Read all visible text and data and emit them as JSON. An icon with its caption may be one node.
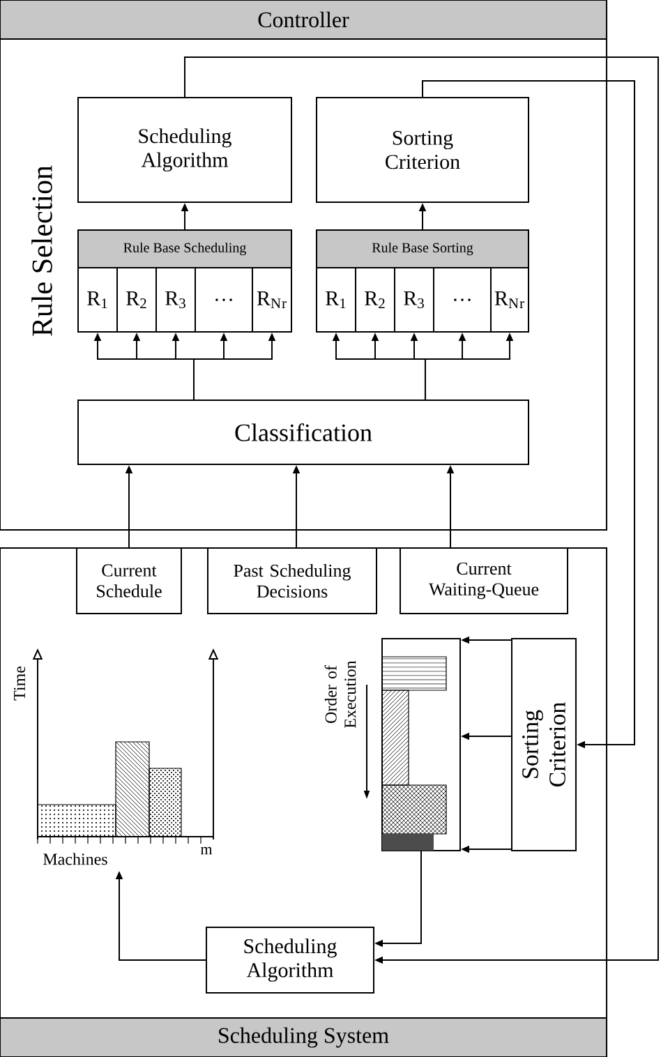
{
  "diagram": {
    "nodes": [
      {
        "text": [
          "Controller",
          "Rule Selection"
        ]
      },
      {
        "text": [
          "Scheduling Algorithm"
        ],
        "in": 0
      },
      {
        "text": [
          "Sorting Criterion"
        ],
        "in": 0
      },
      {
        "text": [
          "Rule Base Scheduling"
        ],
        "in": 0
      },
      {
        "text": [
          "R$_{1}$"
        ],
        "in": 3
      },
      {
        "text": [
          "R$_{2}$"
        ],
        "in": 3
      },
      {
        "text": [
          "R$_{3}$"
        ],
        "in": 3
      },
      {
        "text": [
          "…"
        ],
        "in": 3
      },
      {
        "text": [
          "R$_{N}$$_{r}$"
        ],
        "in": 3
      },
      {
        "text": [
          "Rule Base Sorting"
        ],
        "in": 0
      },
      {
        "text": [
          "R$_{1}$"
        ],
        "in": 9
      },
      {
        "text": [
          "R$_{2}$"
        ],
        "in": 9
      },
      {
        "text": [
          "R$_{3}$"
        ],
        "in": 9
      },
      {
        "text": [
          "…"
        ],
        "in": 9
      },
      {
        "text": [
          "R$_{N}$$_{r}$"
        ],
        "in": 9
      },
      {
        "text": [
          "Classification"
        ],
        "in": 0
      },
      {
        "text": [
          "Scheduling System"
        ]
      },
      {
        "text": [
          "Current Schedule"
        ],
        "in": 16
      },
      {
        "text": [
          "Past Scheduling Decisions"
        ],
        "in": 16
      },
      {
        "text": [
          "Current Waiting-Queue"
        ],
        "in": 16
      },
      {
        "text": [
          "Time",
          "Machines",
          "m"
        ],
        "in": 16
      },
      {
        "text": [
          "Order of Execution"
        ],
        "in": 16
      },
      {
        "text": [
          "Sorting Criterion"
        ],
        "in": 16
      },
      {
        "text": [
          "Scheduling Algorithm"
        ],
        "in": 16
      }
    ],
    "edges": [
      {
        "from": 15,
        "to": 4,
        "arrow": "to"
      },
      {
        "from": 15,
        "to": 5,
        "arrow": "to"
      },
      {
        "from": 15,
        "to": 6,
        "arrow": "to"
      },
      {
        "from": 15,
        "to": 7,
        "arrow": "to"
      },
      {
        "from": 15,
        "to": 8,
        "arrow": "to"
      },
      {
        "from": 15,
        "to": 10,
        "arrow": "to"
      },
      {
        "from": 15,
        "to": 11,
        "arrow": "to"
      },
      {
        "from": 15,
        "to": 12,
        "arrow": "to"
      },
      {
        "from": 15,
        "to": 13,
        "arrow": "to"
      },
      {
        "from": 15,
        "to": 14,
        "arrow": "to"
      },
      {
        "from": 3,
        "to": 1,
        "arrow": "to"
      },
      {
        "from": 9,
        "to": 2,
        "arrow": "to"
      },
      {
        "from": 17,
        "to": 15,
        "arrow": "to"
      },
      {
        "from": 18,
        "to": 15,
        "arrow": "to"
      },
      {
        "from": 19,
        "to": 15,
        "arrow": "to"
      },
      {
        "from": 1,
        "to": 23,
        "arrow": "to"
      },
      {
        "from": 2,
        "to": 22,
        "arrow": "to"
      },
      {
        "from": 22,
        "to": 21,
        "arrow": "to"
      },
      {
        "from": 22,
        "to": 21,
        "arrow": "to"
      },
      {
        "from": 22,
        "to": 21,
        "arrow": "to"
      },
      {
        "from": 21,
        "to": 23,
        "arrow": "to"
      },
      {
        "from": 23,
        "to": 20,
        "arrow": "to"
      }
    ]
  }
}
